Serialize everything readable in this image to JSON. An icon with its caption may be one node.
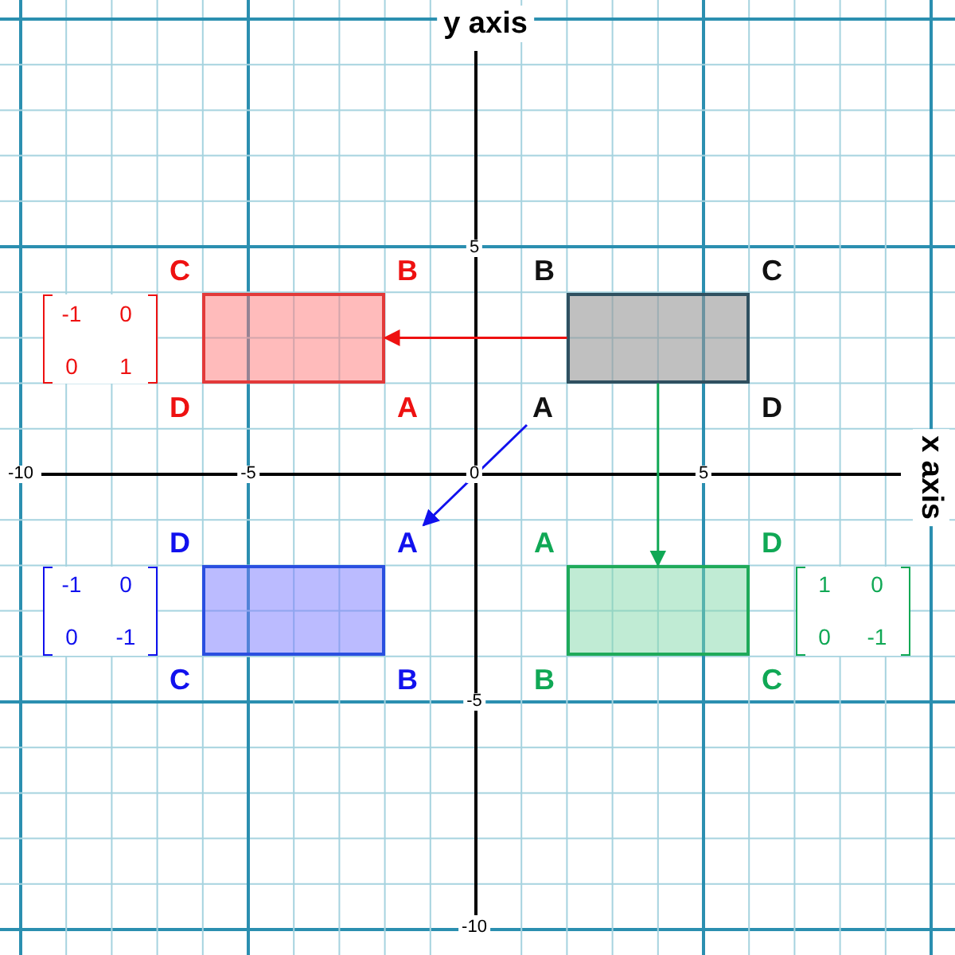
{
  "diagram": {
    "nodes": [
      {
        "text": [],
        "shape": "box"
      },
      {
        "text": [],
        "shape": "box"
      },
      {
        "text": [],
        "shape": "box"
      },
      {
        "text": [],
        "shape": "box"
      },
      {
        "text": [
          "A"
        ]
      },
      {
        "text": [
          "A"
        ]
      }
    ],
    "edges": [
      {
        "from": 0,
        "to": 1,
        "arrow": "to",
        "color": "#ee1111"
      },
      {
        "from": 0,
        "to": 3,
        "arrow": "to",
        "color": "#10a855"
      },
      {
        "from": 4,
        "to": 5,
        "arrow": "to",
        "color": "#1111ee"
      }
    ],
    "labels": [
      "y axis",
      "5",
      "C",
      "B",
      "B",
      "C",
      "-1",
      "0",
      "0",
      "1",
      "D",
      "A",
      "D",
      "-10",
      "-5",
      "0",
      "5",
      "x axis",
      "D",
      "A",
      "D",
      "-1",
      "0",
      "0",
      "-1",
      "1",
      "0",
      "0",
      "-1",
      "C",
      "B",
      "B",
      "C",
      "-5",
      "-10"
    ]
  }
}
